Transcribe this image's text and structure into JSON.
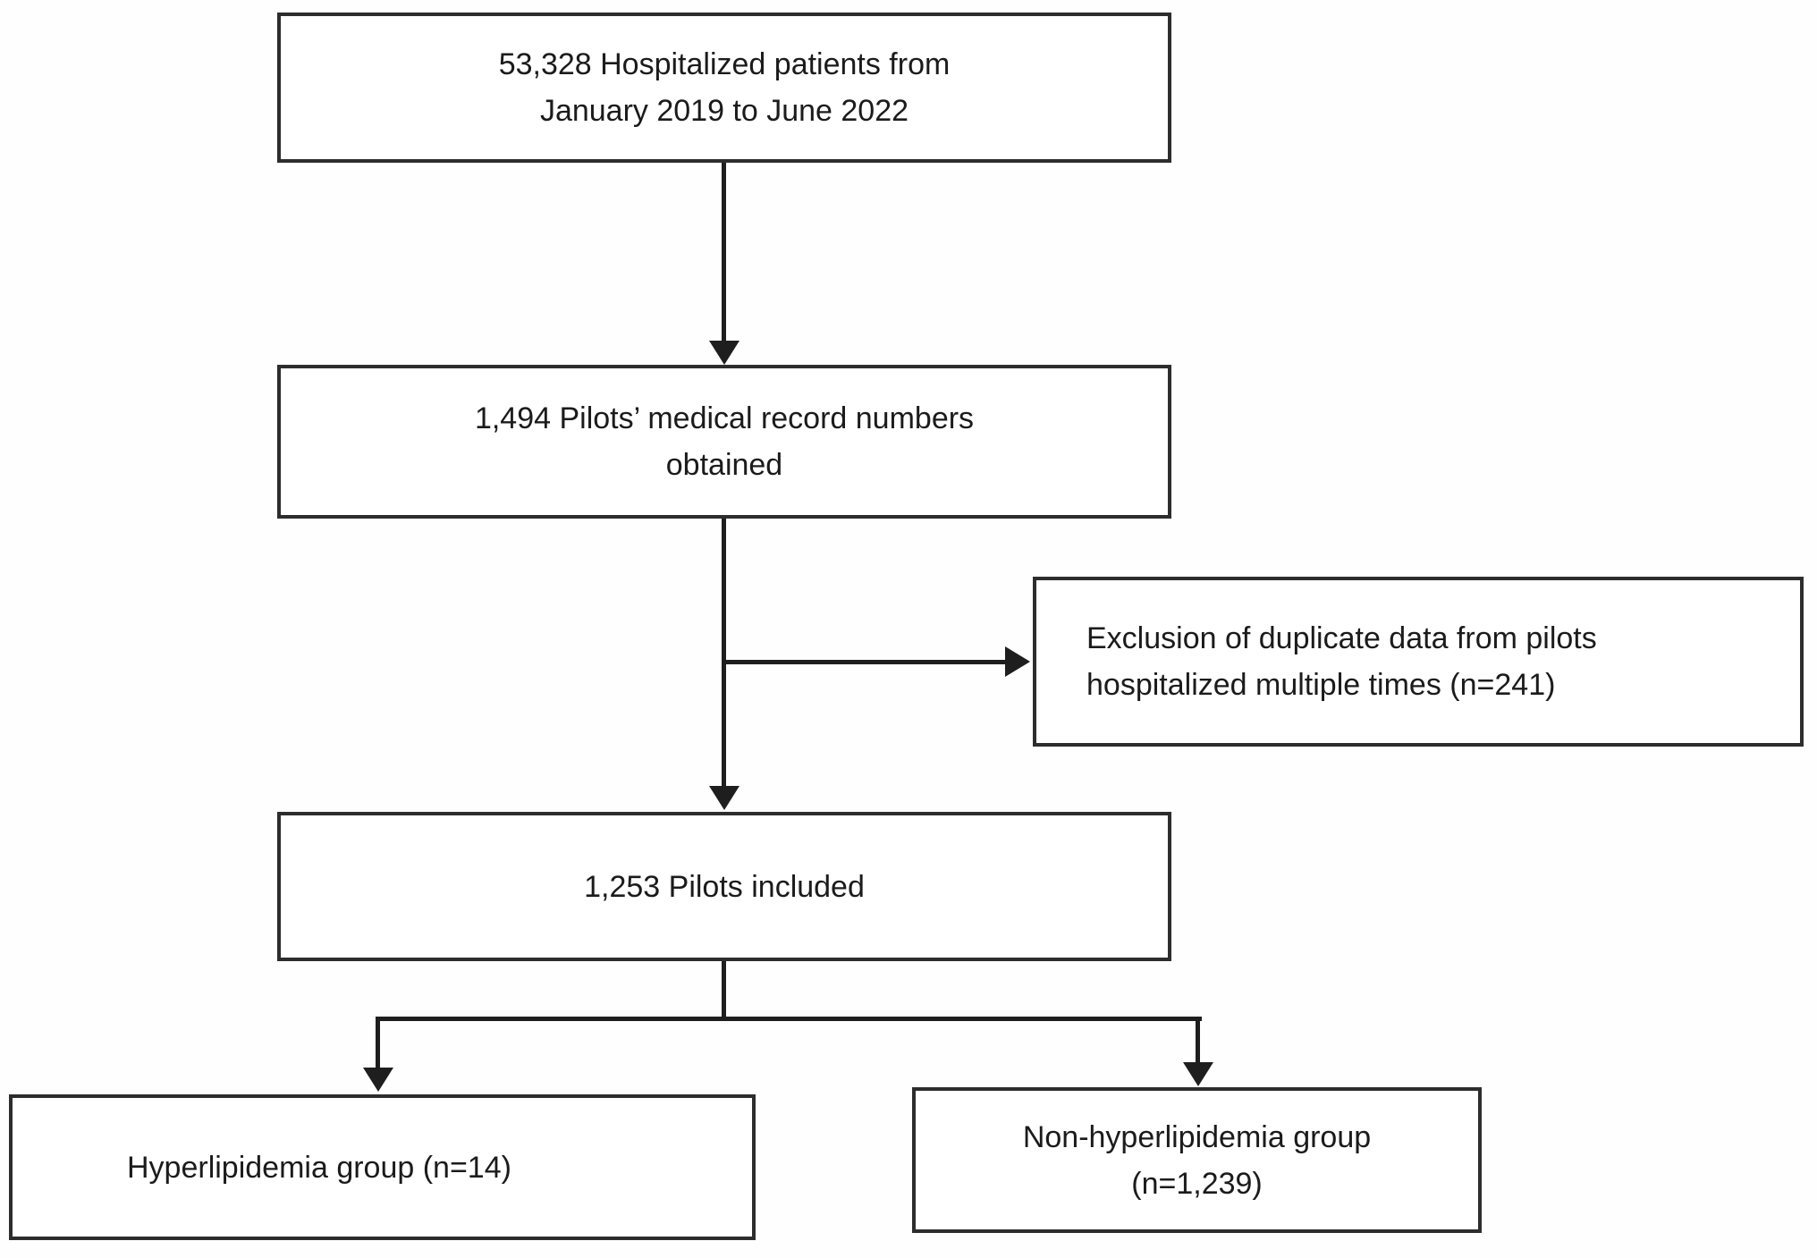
{
  "flowchart": {
    "boxes": {
      "hospitalized": {
        "line1": "53,328 Hospitalized patients from",
        "line2": "January 2019 to June 2022"
      },
      "records": {
        "line1": "1,494 Pilots’ medical record numbers",
        "line2": "obtained"
      },
      "exclusion": {
        "line1": "Exclusion of duplicate data from pilots",
        "line2": "hospitalized multiple times (n=241)"
      },
      "included": {
        "line1": "1,253 Pilots included"
      },
      "hyperlipidemia": {
        "line1": "Hyperlipidemia group (n=14)"
      },
      "non_hyperlipidemia": {
        "line1": "Non-hyperlipidemia group",
        "line2": "(n=1,239)"
      }
    },
    "colors": {
      "background": "#ffffff",
      "border": "#2d2d2d",
      "line": "#1e1e1e",
      "text": "#1b1b1b"
    }
  }
}
